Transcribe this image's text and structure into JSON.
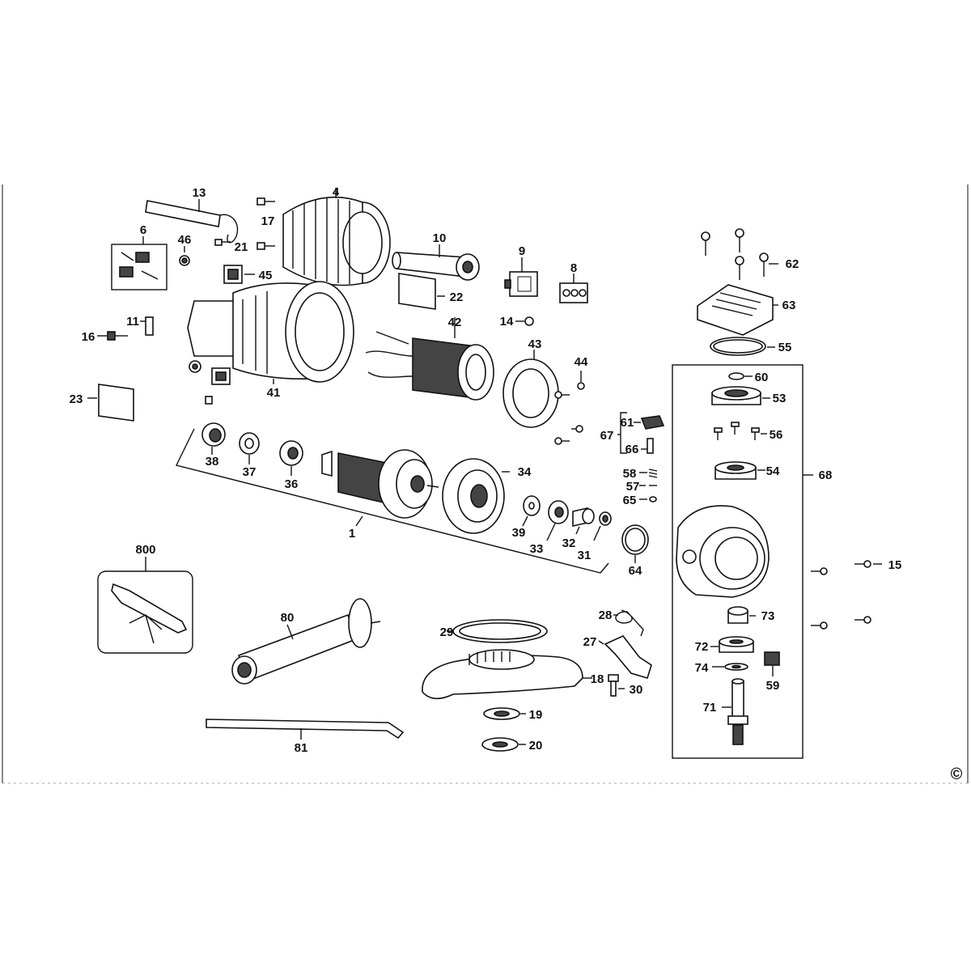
{
  "labels": {
    "p1": "1",
    "p4": "4",
    "p6": "6",
    "p8": "8",
    "p9": "9",
    "p10": "10",
    "p11": "11",
    "p13": "13",
    "p14": "14",
    "p15": "15",
    "p16": "16",
    "p17": "17",
    "p18": "18",
    "p19": "19",
    "p20": "20",
    "p21": "21",
    "p22": "22",
    "p23": "23",
    "p27": "27",
    "p28": "28",
    "p29": "29",
    "p30": "30",
    "p31": "31",
    "p32": "32",
    "p33": "33",
    "p34": "34",
    "p36": "36",
    "p37": "37",
    "p38": "38",
    "p39": "39",
    "p41": "41",
    "p42": "42",
    "p43": "43",
    "p44": "44",
    "p45": "45",
    "p46": "46",
    "p53": "53",
    "p54": "54",
    "p55": "55",
    "p56": "56",
    "p57": "57",
    "p58": "58",
    "p59": "59",
    "p60": "60",
    "p61": "61",
    "p62": "62",
    "p63": "63",
    "p64": "64",
    "p65": "65",
    "p66": "66",
    "p67": "67",
    "p68": "68",
    "p71": "71",
    "p72": "72",
    "p73": "73",
    "p74": "74",
    "p80": "80",
    "p81": "81",
    "p800": "800"
  },
  "copyright_symbol": "©"
}
